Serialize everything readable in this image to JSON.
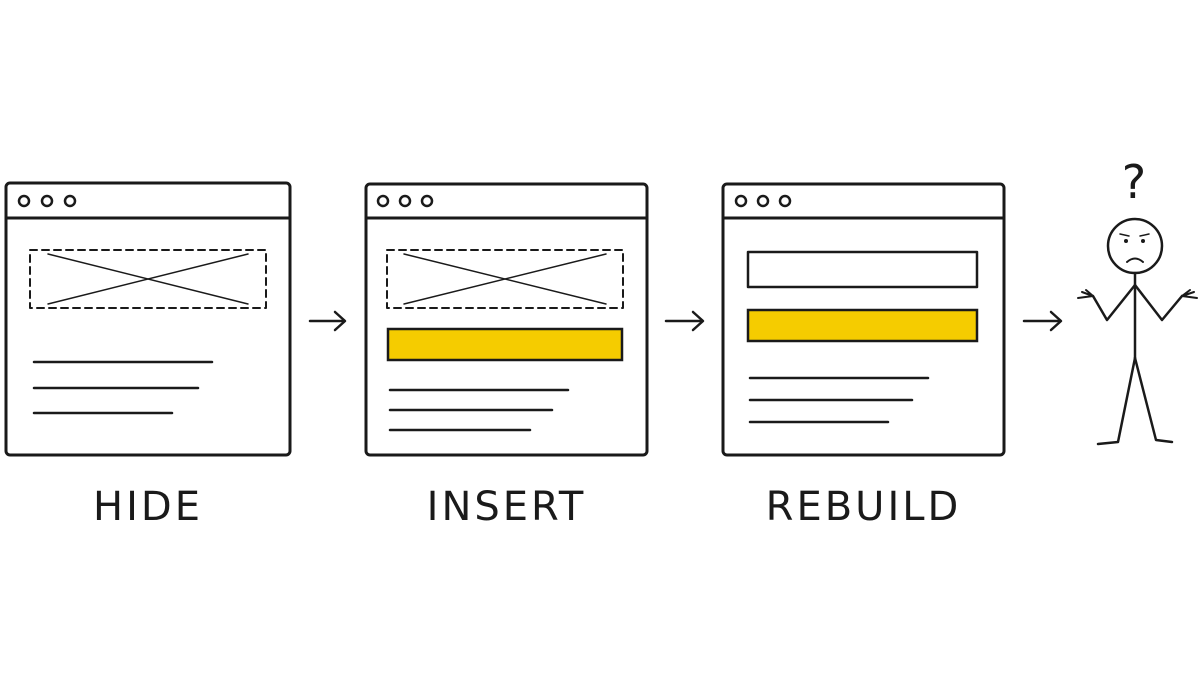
{
  "colors": {
    "ink": "#1a1a1a",
    "accent": "#f5cc00",
    "background": "#ffffff"
  },
  "steps": [
    {
      "label": "HIDE"
    },
    {
      "label": "INSERT"
    },
    {
      "label": "REBUILD"
    }
  ],
  "figure": {
    "thought": "?",
    "icon": "shrugging-stick-figure-icon"
  }
}
